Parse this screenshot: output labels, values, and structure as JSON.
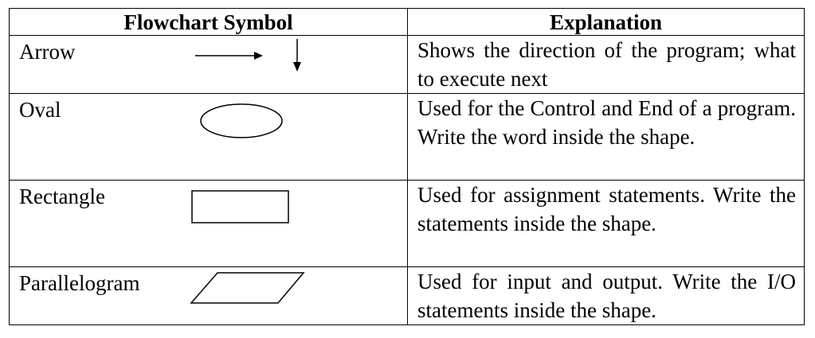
{
  "table": {
    "headers": {
      "symbol": "Flowchart Symbol",
      "explanation": "Explanation"
    },
    "rows": [
      {
        "symbol": "Arrow",
        "shape_icon": "arrow-icon",
        "explanation": "Shows the direction of the program; what to execute next"
      },
      {
        "symbol": "Oval",
        "shape_icon": "oval-icon",
        "explanation": "Used for the Control and End of a program. Write the word inside the shape."
      },
      {
        "symbol": "Rectangle",
        "shape_icon": "rectangle-icon",
        "explanation": "Used for assignment statements. Write the statements inside the shape."
      },
      {
        "symbol": "Parallelogram",
        "shape_icon": "parallelogram-icon",
        "explanation": "Used for input and output. Write the I/O statements inside the shape."
      }
    ]
  }
}
